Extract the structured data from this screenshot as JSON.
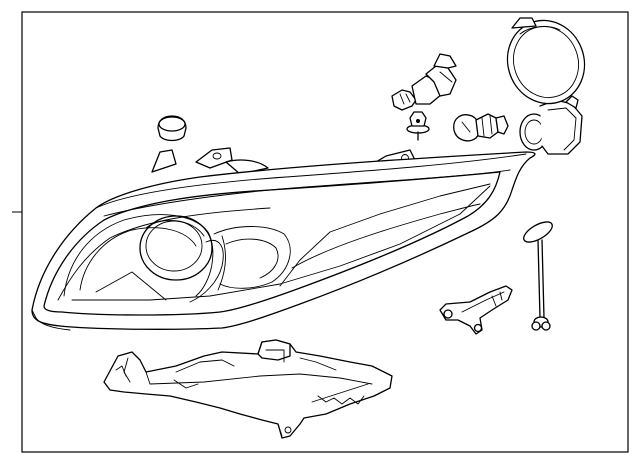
{
  "diagram": {
    "parts": [
      {
        "id": "headlamp-assembly",
        "icon": "headlamp-icon"
      },
      {
        "id": "lower-bracket",
        "icon": "bracket-icon"
      },
      {
        "id": "plug",
        "icon": "plug-icon"
      },
      {
        "id": "halogen-bulb",
        "icon": "bulb-icon"
      },
      {
        "id": "bolt",
        "icon": "bolt-icon"
      },
      {
        "id": "small-bulb",
        "icon": "bulb-icon"
      },
      {
        "id": "socket",
        "icon": "socket-icon"
      },
      {
        "id": "dust-cap",
        "icon": "cap-icon"
      },
      {
        "id": "side-bracket",
        "icon": "bracket-icon"
      },
      {
        "id": "adjuster-rod",
        "icon": "rod-icon"
      }
    ]
  }
}
